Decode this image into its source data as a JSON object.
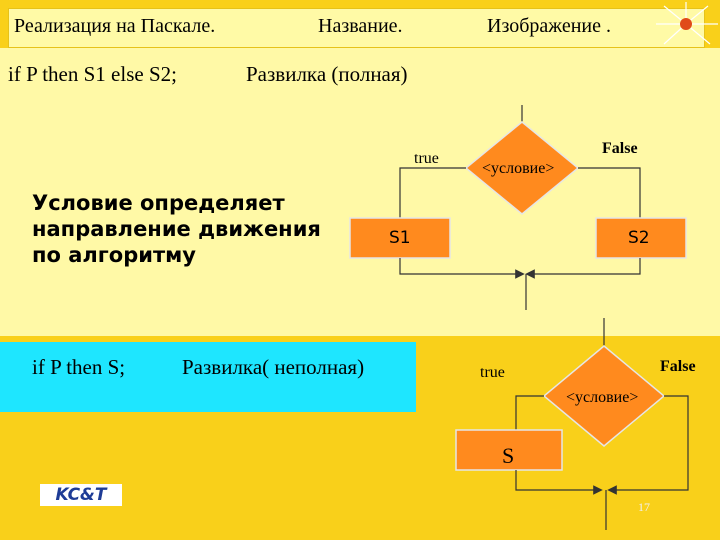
{
  "header": {
    "col1": "Реализация на Паскале.",
    "col2": "Название.",
    "col3": "Изображение ."
  },
  "full": {
    "code": "if P then S1 else S2;",
    "name": "Развилка (полная)",
    "note_line1": "Условие определяет",
    "note_line2": "направление движения",
    "note_line3": "по алгоритму",
    "true_label": "true",
    "false_label": "False",
    "condition": "<условие>",
    "s1": "S1",
    "s2": "S2"
  },
  "partial": {
    "code": "if P then S;",
    "name": "Развилка( неполная)",
    "true_label": "true",
    "false_label": "False",
    "condition": "<условие>",
    "s": "S"
  },
  "footer": {
    "logo": "KC&T",
    "page": "17"
  },
  "colors": {
    "background": "#f9d01a",
    "panel": "#fff9a6",
    "cyan": "#1ee6ff",
    "shape_fill": "#ff8a1e",
    "shape_stroke": "#e6e6e6"
  }
}
